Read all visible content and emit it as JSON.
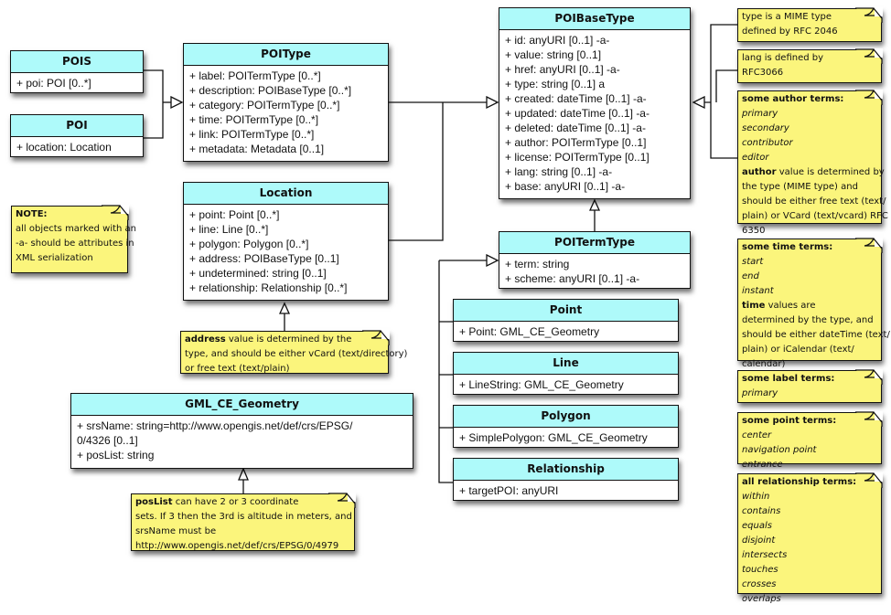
{
  "classes": {
    "pois": {
      "name": "POIS",
      "attrs": [
        "+ poi: POI [0..*]"
      ]
    },
    "poi": {
      "name": "POI",
      "attrs": [
        "+ location: Location"
      ]
    },
    "poitype": {
      "name": "POIType",
      "attrs": [
        "+ label: POITermType [0..*]",
        "+ description: POIBaseType [0..*]",
        "+ category: POITermType [0..*]",
        "+ time: POITermType [0..*]",
        "+ link: POITermType [0..*]",
        "+ metadata: Metadata [0..1]"
      ]
    },
    "location": {
      "name": "Location",
      "attrs": [
        "+ point: Point [0..*]",
        "+ line: Line [0..*]",
        "+ polygon: Polygon [0..*]",
        "+ address: POIBaseType [0..1]",
        "+ undetermined: string [0..1]",
        "+ relationship: Relationship [0..*]"
      ]
    },
    "poibasetype": {
      "name": "POIBaseType",
      "attrs": [
        "+ id: anyURI [0..1] -a-",
        "+ value: string [0..1]",
        "+ href: anyURI [0..1] -a-",
        "+ type: string [0..1] a",
        "+ created: dateTime [0..1] -a-",
        "+ updated: dateTime [0..1] -a-",
        "+ deleted: dateTime [0..1] -a-",
        "+ author: POITermType [0..1]",
        "+ license: POITermType [0..1]",
        "+ lang: string [0..1] -a-",
        "+ base: anyURI [0..1] -a-"
      ]
    },
    "poitermtype": {
      "name": "POITermType",
      "attrs": [
        "+ term: string",
        "+ scheme: anyURI [0..1] -a-"
      ]
    },
    "point": {
      "name": "Point",
      "attrs": [
        "+ Point: GML_CE_Geometry"
      ]
    },
    "line": {
      "name": "Line",
      "attrs": [
        "+ LineString: GML_CE_Geometry"
      ]
    },
    "polygon": {
      "name": "Polygon",
      "attrs": [
        "+ SimplePolygon: GML_CE_Geometry"
      ]
    },
    "relationship": {
      "name": "Relationship",
      "attrs": [
        "+ targetPOI: anyURI"
      ]
    },
    "geometry": {
      "name": "GML_CE_Geometry",
      "attrs": [
        "+ srsName: string=http://www.opengis.net/def/crs/EPSG/",
        "0/4326 [0..1]",
        "+ posList: string"
      ]
    }
  },
  "notes": {
    "mime": {
      "lines": [
        "type is a MIME type",
        "defined by RFC 2046"
      ]
    },
    "lang": {
      "lines": [
        "lang is defined by",
        "RFC3066"
      ]
    },
    "author": {
      "heading": "some author terms:",
      "terms": [
        "primary",
        "secondary",
        "contributor",
        "editor"
      ],
      "bold_word": "author",
      "text_first": " value is determined by",
      "text_rest": [
        "the type (MIME type) and",
        "should be either free text (text/",
        "plain) or VCard (text/vcard) RFC",
        "6350"
      ]
    },
    "time": {
      "heading": "some time terms:",
      "terms": [
        "start",
        "end",
        "instant"
      ],
      "bold_word": "time",
      "text_first": " values are",
      "text_rest": [
        "determined by the type, and",
        "should be either dateTime (text/",
        "plain) or iCalendar (text/",
        "calendar)"
      ]
    },
    "label": {
      "heading": "some label terms:",
      "terms": [
        "primary"
      ]
    },
    "point": {
      "heading": "some point terms:",
      "terms": [
        "center",
        "navigation point",
        "entrance"
      ]
    },
    "relationship": {
      "heading": "all relationship terms:",
      "terms": [
        "within",
        "contains",
        "equals",
        "disjoint",
        "intersects",
        "touches",
        "crosses",
        "overlaps"
      ]
    },
    "general": {
      "heading": "NOTE:",
      "lines": [
        "all objects marked with an",
        "-a- should be attributes in",
        "XML serialization"
      ]
    },
    "address": {
      "bold_word": "address",
      "text_first": " value is determined by the",
      "text_rest": [
        "type, and should be either vCard (text/directory)",
        "or free text (text/plain)"
      ]
    },
    "poslist": {
      "bold_word": "posList",
      "text_first": " can have 2 or 3 coordinate",
      "text_rest": [
        "sets. If 3 then the 3rd is altitude in meters, and",
        "srsName must be",
        "http://www.opengis.net/def/crs/EPSG/0/4979"
      ]
    }
  },
  "colors": {
    "class_header": "#aefafa",
    "note_fill": "#fbf57c",
    "line": "#111111"
  }
}
